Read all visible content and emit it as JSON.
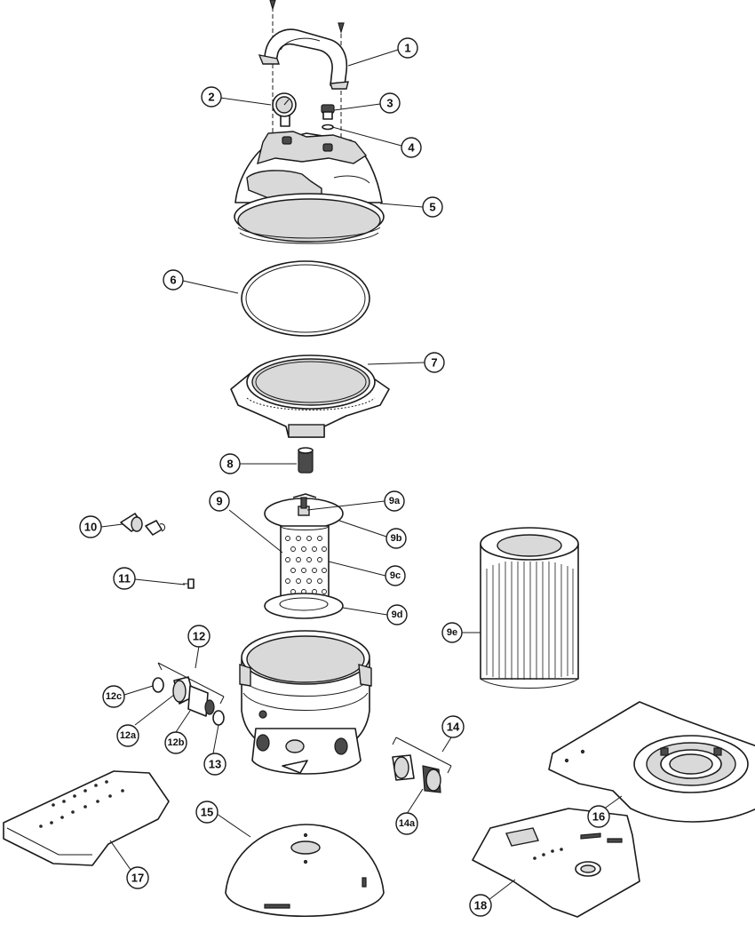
{
  "callouts": {
    "c1": "1",
    "c2": "2",
    "c3": "3",
    "c4": "4",
    "c5": "5",
    "c6": "6",
    "c7": "7",
    "c8": "8",
    "c9": "9",
    "c9a": "9a",
    "c9b": "9b",
    "c9c": "9c",
    "c9d": "9d",
    "c9e": "9e",
    "c10": "10",
    "c11": "11",
    "c12": "12",
    "c12a": "12a",
    "c12b": "12b",
    "c12c": "12c",
    "c13": "13",
    "c14": "14",
    "c14a": "14a",
    "c15": "15",
    "c16": "16",
    "c17": "17",
    "c18": "18"
  }
}
